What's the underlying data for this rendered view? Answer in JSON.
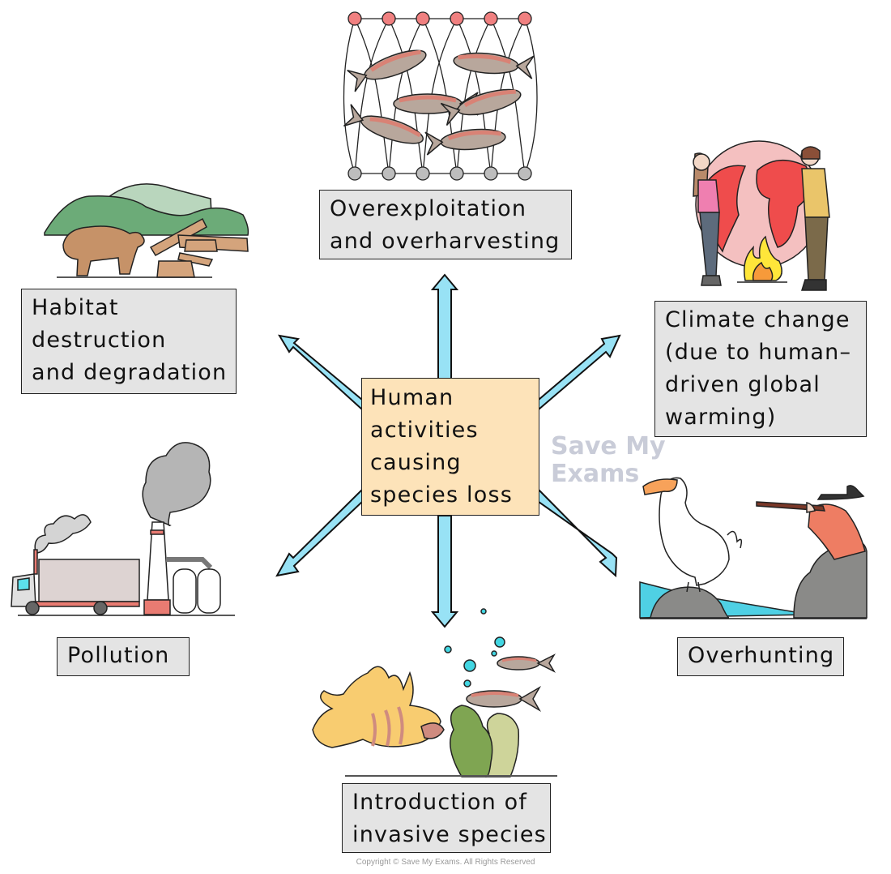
{
  "diagram": {
    "title": "Human activities causing species loss",
    "center": {
      "lines": [
        "Human",
        "activities",
        "causing",
        "species loss"
      ]
    },
    "nodes": [
      {
        "id": "overexploitation",
        "lines": [
          "Overexploitation",
          "and overharvesting"
        ],
        "illustration": "fishing-net-with-fish"
      },
      {
        "id": "climate-change",
        "lines": [
          "Climate change",
          "(due to human–",
          "driven global",
          "warming)"
        ],
        "illustration": "people-holding-burning-globe"
      },
      {
        "id": "overhunting",
        "lines": [
          "Overhunting"
        ],
        "illustration": "hunter-aiming-at-dodo"
      },
      {
        "id": "invasive-species",
        "lines": [
          "Introduction of",
          "invasive species"
        ],
        "illustration": "lionfish-among-native-fish"
      },
      {
        "id": "pollution",
        "lines": [
          "Pollution"
        ],
        "illustration": "truck-and-factory-smoke"
      },
      {
        "id": "habitat",
        "lines": [
          "Habitat",
          "destruction",
          "and degradation"
        ],
        "illustration": "bear-and-felled-trees"
      }
    ],
    "watermark": [
      "Save My",
      "Exams"
    ],
    "copyright": "Copyright © Save My Exams. All Rights Reserved"
  },
  "colors": {
    "arrow_fill": "#98e2f5",
    "arrow_stroke": "#111111",
    "center_box_fill": "#fde3b9",
    "label_box_fill": "#e4e4e4",
    "net_float_top": "#f08080",
    "net_float_bottom": "#bdbdbd",
    "fish_body": "#b8a79c",
    "fish_stripe": "#d98275",
    "globe_ocean": "#f4c0c0",
    "globe_land": "#ef4c4c",
    "flame_outer": "#ffe63a",
    "flame_inner": "#f79a3a",
    "hill_dark": "#6cab78",
    "hill_light": "#b9d6bd",
    "bear": "#c69268",
    "wood": "#d4a47c",
    "smoke": "#b5b5b5",
    "truck_box": "#ddd3d2",
    "truck_window": "#5ce0ec",
    "chimney_band": "#e97b72",
    "rock": "#8a8a88",
    "water": "#4fd0e4",
    "dodo_beak": "#f7a25a",
    "hunter_coat": "#ee7d63",
    "lionfish": "#f8cc70",
    "lionfish_stripe": "#cf8b7f",
    "weed_dark": "#7fa552",
    "weed_light": "#ced49a",
    "bubble": "#42d6e2"
  }
}
